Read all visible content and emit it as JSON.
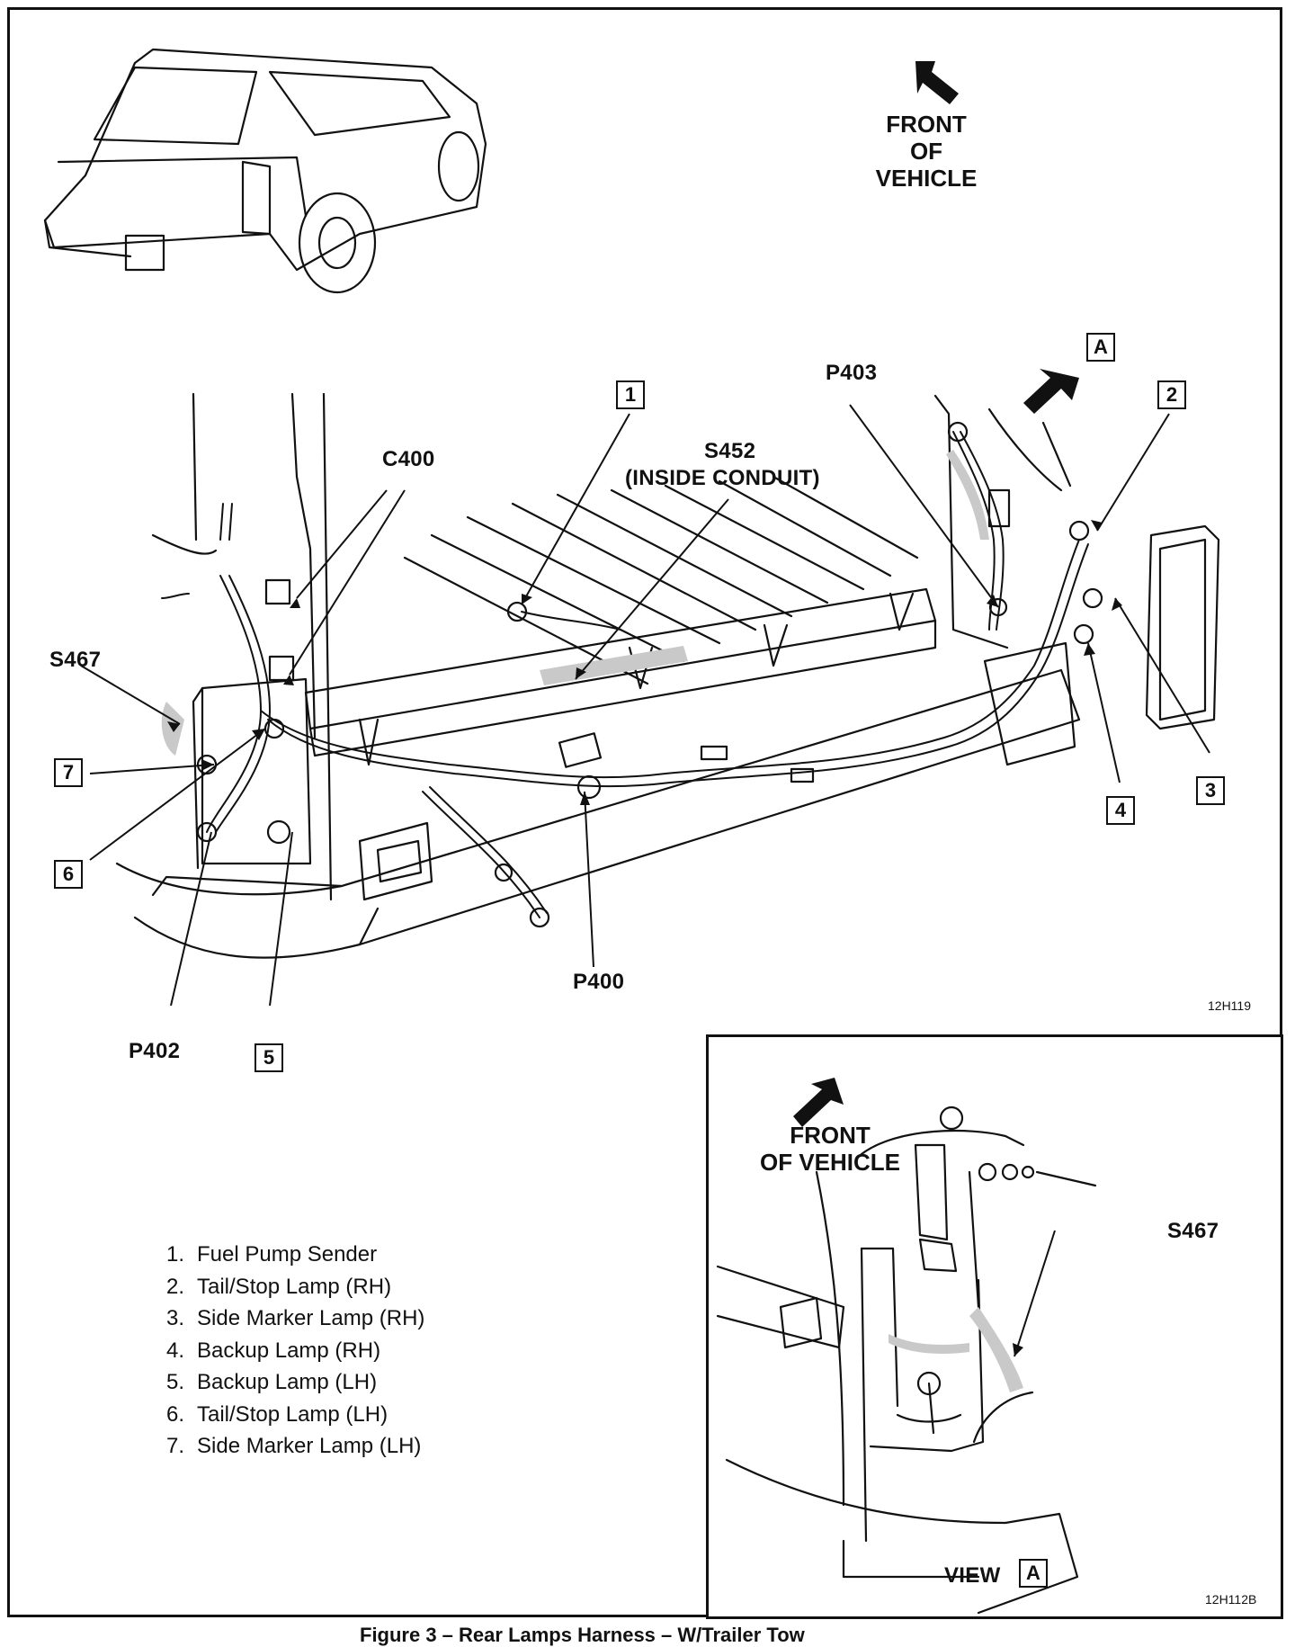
{
  "front_main": {
    "line1": "FRONT",
    "line2": "OF VEHICLE"
  },
  "front_inset": {
    "line1": "FRONT",
    "line2": "OF VEHICLE"
  },
  "labels": {
    "c400": "C400",
    "s452_line1": "S452",
    "s452_line2": "(INSIDE CONDUIT)",
    "p403": "P403",
    "s467": "S467",
    "p400": "P400",
    "p402": "P402",
    "s467_inset": "S467",
    "view": "VIEW"
  },
  "callouts": {
    "c1": "1",
    "c2": "2",
    "c3": "3",
    "c4": "4",
    "c5": "5",
    "c6": "6",
    "c7": "7",
    "a_main": "A",
    "a_view": "A"
  },
  "codes": {
    "main": "12H119",
    "inset": "12H112B"
  },
  "legend": [
    {
      "num": "1.",
      "text": "Fuel Pump Sender"
    },
    {
      "num": "2.",
      "text": "Tail/Stop Lamp (RH)"
    },
    {
      "num": "3.",
      "text": "Side Marker Lamp (RH)"
    },
    {
      "num": "4.",
      "text": "Backup Lamp (RH)"
    },
    {
      "num": "5.",
      "text": "Backup Lamp (LH)"
    },
    {
      "num": "6.",
      "text": "Tail/Stop Lamp (LH)"
    },
    {
      "num": "7.",
      "text": "Side Marker Lamp (LH)"
    }
  ],
  "caption": "Figure 3 – Rear Lamps Harness – W/Trailer Tow"
}
